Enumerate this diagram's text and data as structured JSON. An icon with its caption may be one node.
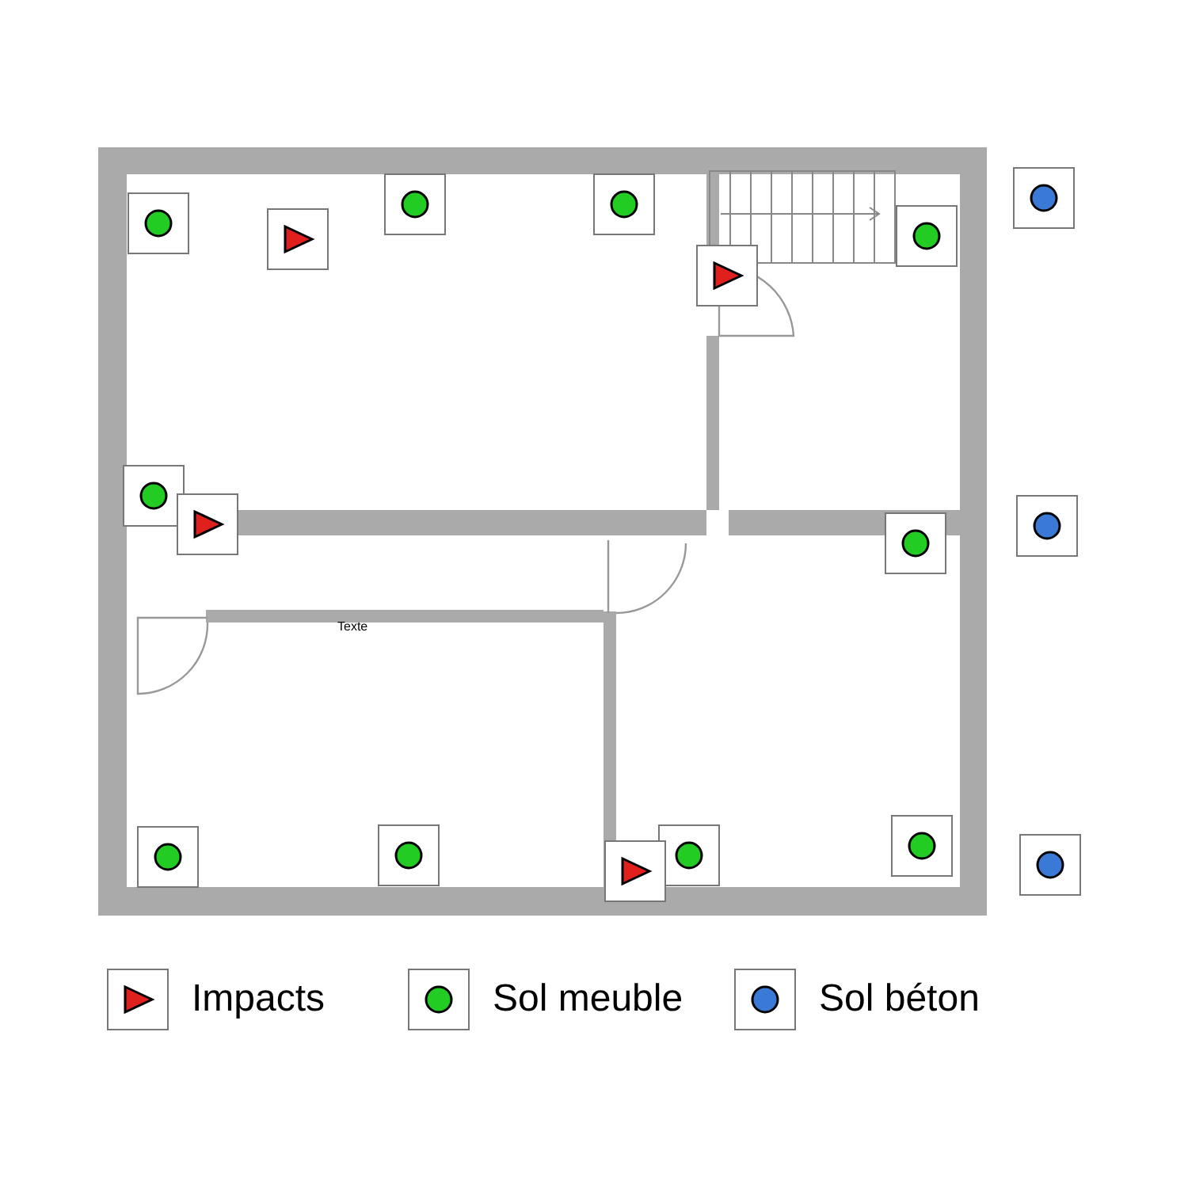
{
  "diagram": {
    "labels": [
      "Texte"
    ],
    "legend": [
      {
        "text": "Impacts"
      },
      {
        "text": "Sol meuble"
      },
      {
        "text": "Sol béton"
      }
    ]
  }
}
